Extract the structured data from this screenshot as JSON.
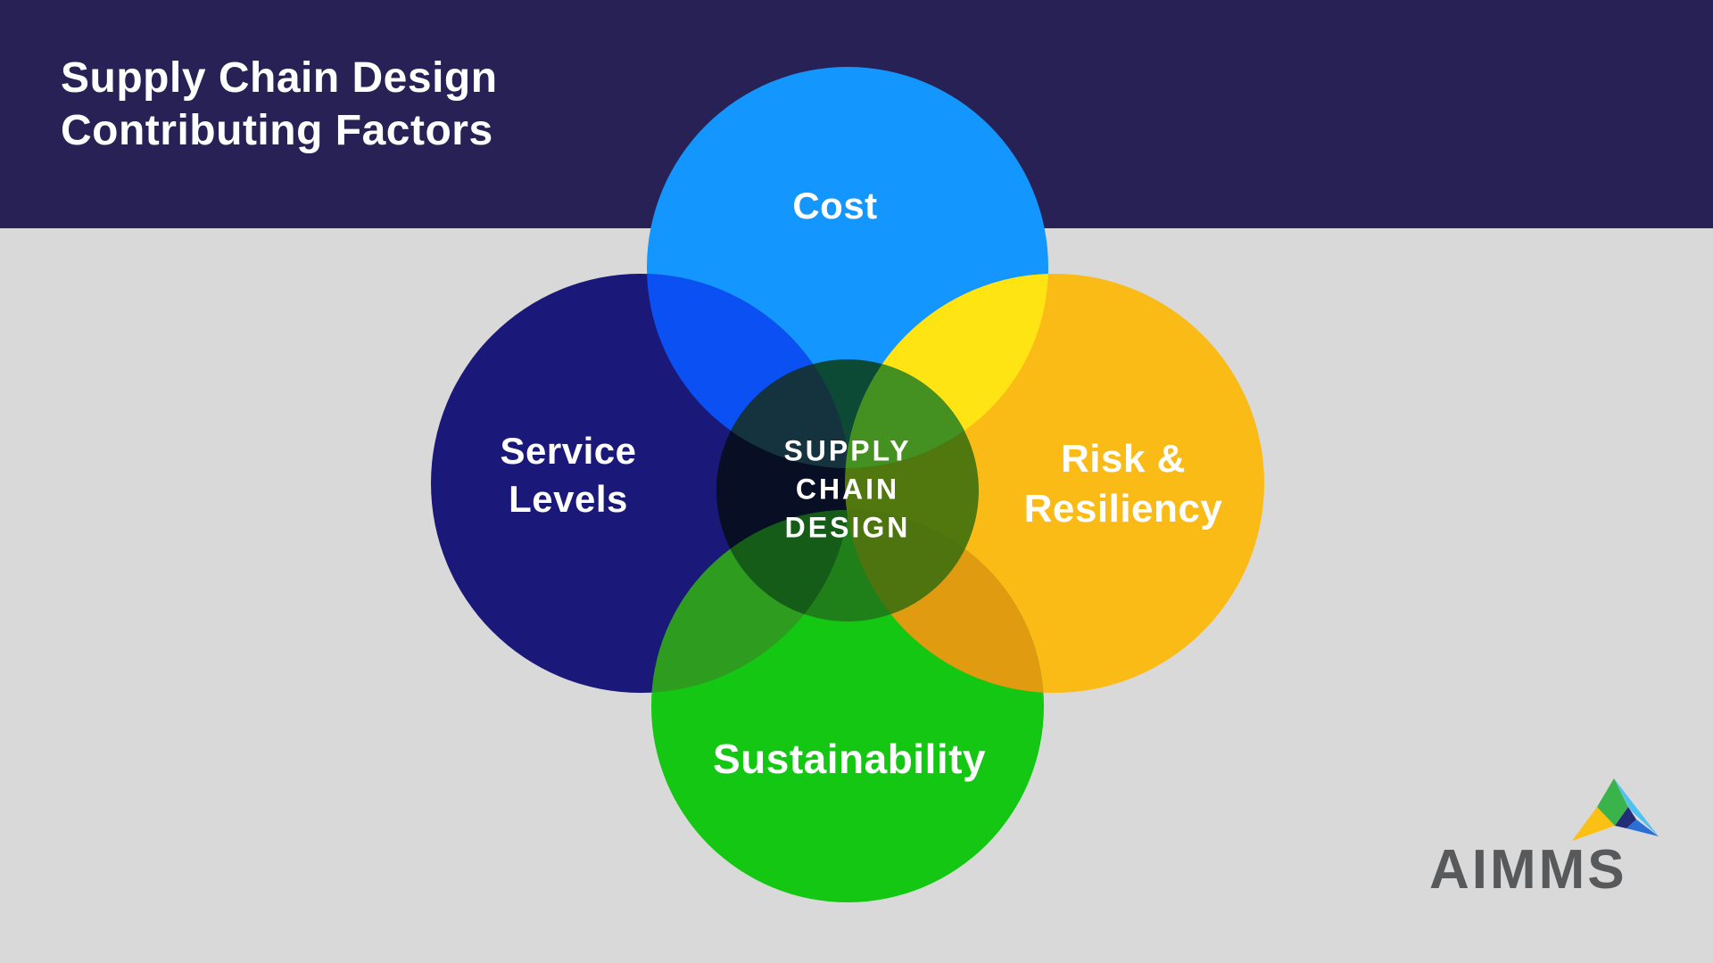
{
  "header": {
    "title_lines": [
      "Supply Chain Design",
      "Contributing Factors"
    ],
    "bg_color": "#272155",
    "text_color": "#FFFFFF"
  },
  "background_color": "#D9D9D9",
  "venn": {
    "labels": {
      "cost": "Cost",
      "service_lines": [
        "Service",
        "Levels"
      ],
      "risk_lines": [
        "Risk &",
        "Resiliency"
      ],
      "sustainability": "Sustainability",
      "center_lines": [
        "SUPPLY",
        "CHAIN",
        "DESIGN"
      ]
    },
    "colors": {
      "cost": "#1496FF",
      "service": "#1A1979",
      "risk": "#FBBB17",
      "sustainability": "#13C713",
      "cost_service": "#0A50F2",
      "cost_risk": "#FFE414",
      "service_sustainability": "#2E9D1F",
      "risk_sustainability": "#E09B10",
      "core_cost": "#0D4A36",
      "core_cost_service": "#14333E",
      "core_cost_risk": "#449121",
      "core_service": "#080E24",
      "core_risk": "#51770F",
      "core_service_sustainability": "#155C18",
      "core_sustainability": "#1F7F18",
      "core_risk_sustainability": "#4E740F",
      "label_text": "#FFFFFF"
    }
  },
  "logo": {
    "wordmark": "AIMMS",
    "text_color": "#58595B",
    "mark_colors": {
      "yellow": "#FAC013",
      "green": "#3AB34A",
      "cyan": "#4FC2F0",
      "navy": "#232C77",
      "blue": "#2A6FD6"
    }
  }
}
